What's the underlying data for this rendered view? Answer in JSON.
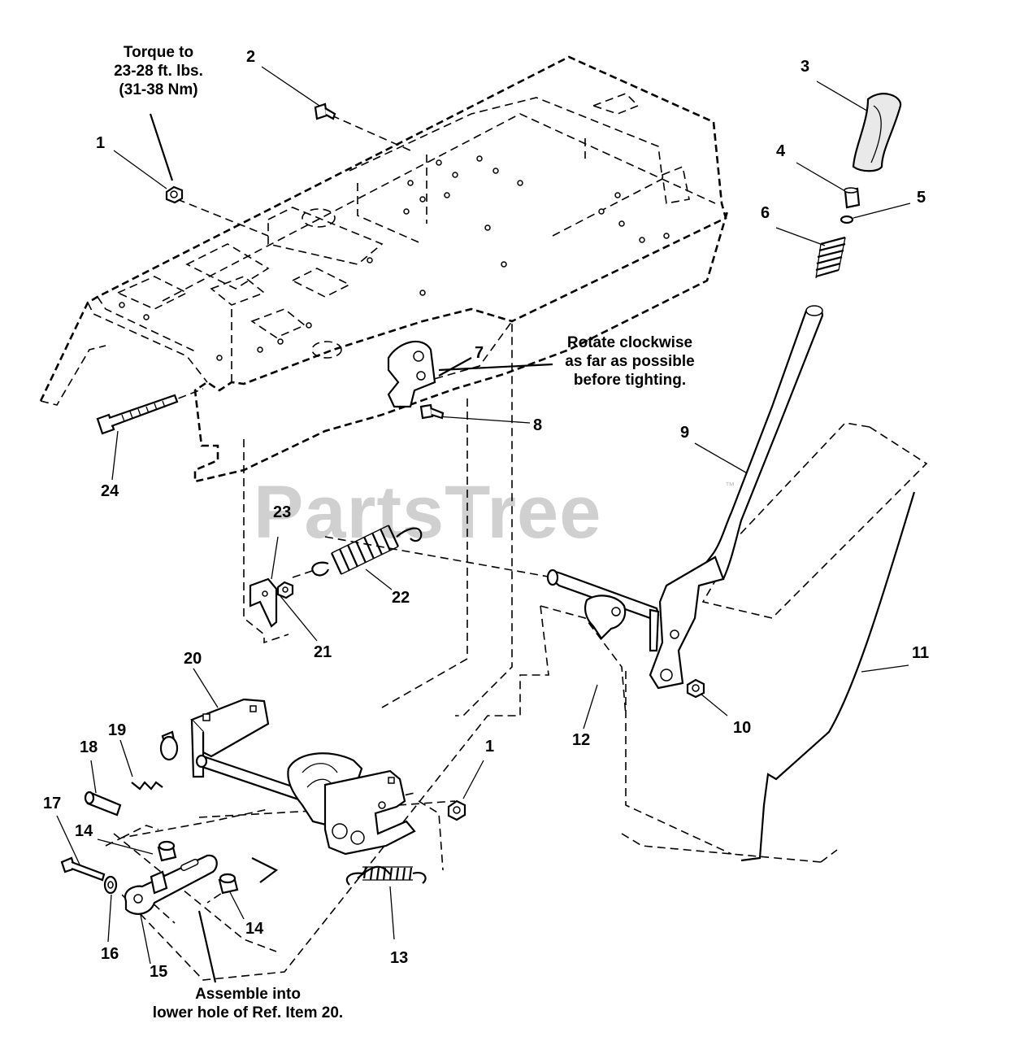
{
  "diagram": {
    "watermark": "PartsTree",
    "watermark_tm": "™",
    "notes": {
      "torque": [
        "Torque to",
        "23-28 ft. lbs.",
        "(31-38 Nm)"
      ],
      "rotate": [
        "Rotate clockwise",
        "as far as possible",
        "before tighting."
      ],
      "assemble": [
        "Assemble into",
        "lower hole of Ref. Item 20."
      ]
    },
    "callouts": {
      "c1a": "1",
      "c1b": "1",
      "c2": "2",
      "c3": "3",
      "c4": "4",
      "c5": "5",
      "c6": "6",
      "c7": "7",
      "c8": "8",
      "c9": "9",
      "c10": "10",
      "c11": "11",
      "c12": "12",
      "c13": "13",
      "c14a": "14",
      "c14b": "14",
      "c15": "15",
      "c16": "16",
      "c17": "17",
      "c18": "18",
      "c19": "19",
      "c20": "20",
      "c21": "21",
      "c22": "22",
      "c23": "23",
      "c24": "24"
    }
  }
}
